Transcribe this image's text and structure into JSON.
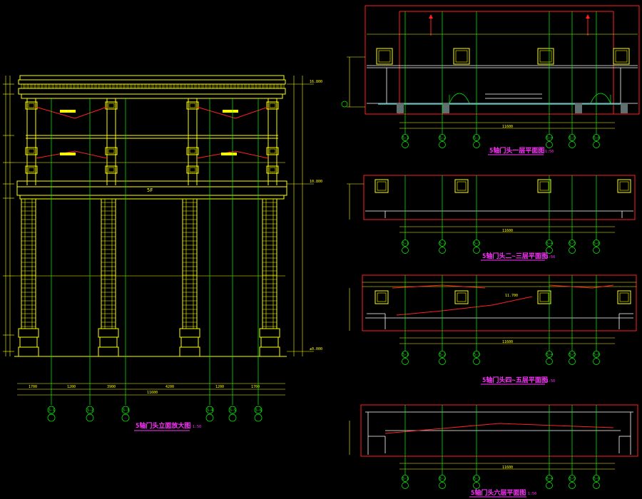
{
  "drawing": {
    "elevation_title": "5轴门头立面放大图",
    "elevation_scale": "1:50",
    "plan1_title": "5轴门头一层平面图",
    "plan1_scale": "1:50",
    "plan2_title": "5轴门头二~三层平面图",
    "plan2_scale": "1:50",
    "plan3_title": "5轴门头四~五层平面图",
    "plan3_scale": "1:50",
    "plan4_title": "5轴门头六层平面图",
    "plan4_scale": "1:50",
    "center_mark": "5F",
    "level_top": "16.800",
    "level_mid": "10.800",
    "level_base": "±0.000",
    "level_plan3": "11.700",
    "total_dim": "11600",
    "dims_bottom": [
      "1700",
      "1200",
      "3900",
      "4200",
      "1200",
      "1700"
    ],
    "axis_labels": [
      "5-1",
      "5-2",
      "5-3",
      "5-4",
      "5-5",
      "5-6"
    ],
    "colors": {
      "yellow": "#ffff00",
      "red": "#ff2020",
      "green": "#00ff00",
      "magenta": "#ff33ff",
      "cyan": "#40c0c0",
      "white": "#ffffff"
    }
  }
}
